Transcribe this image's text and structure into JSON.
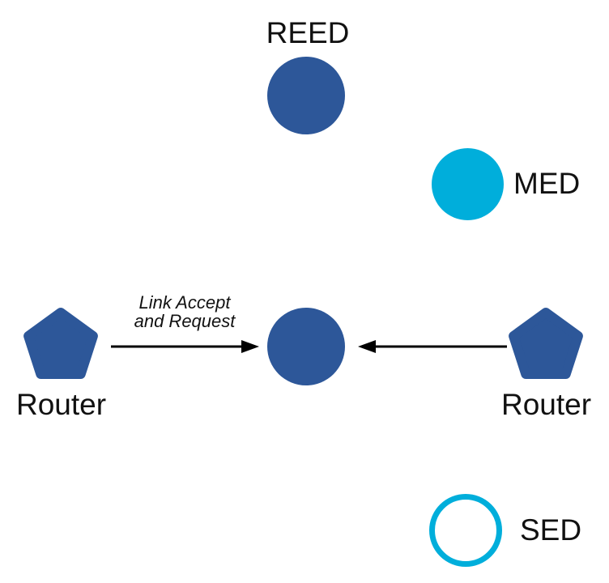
{
  "diagram": {
    "description": "Thread-style network topology diagram with routers and end devices",
    "colors": {
      "node_blue": "#2D5799",
      "node_cyan": "#00AEDB",
      "arrow": "#000000",
      "label_text": "#111111"
    },
    "nodes": {
      "reed": {
        "label": "REED",
        "shape": "filled-circle-blue"
      },
      "med": {
        "label": "MED",
        "shape": "filled-circle-cyan"
      },
      "center": {
        "label": "",
        "shape": "filled-circle-blue"
      },
      "router_left": {
        "label": "Router",
        "shape": "pentagon-blue"
      },
      "router_right": {
        "label": "Router",
        "shape": "pentagon-blue"
      },
      "sed": {
        "label": "SED",
        "shape": "outline-circle-cyan"
      }
    },
    "edges": {
      "left_arrow": {
        "label_line1": "Link Accept",
        "label_line2": "and Request",
        "direction": "points-right-to-center-node"
      },
      "right_arrow": {
        "direction": "points-left-to-center-node"
      }
    }
  }
}
